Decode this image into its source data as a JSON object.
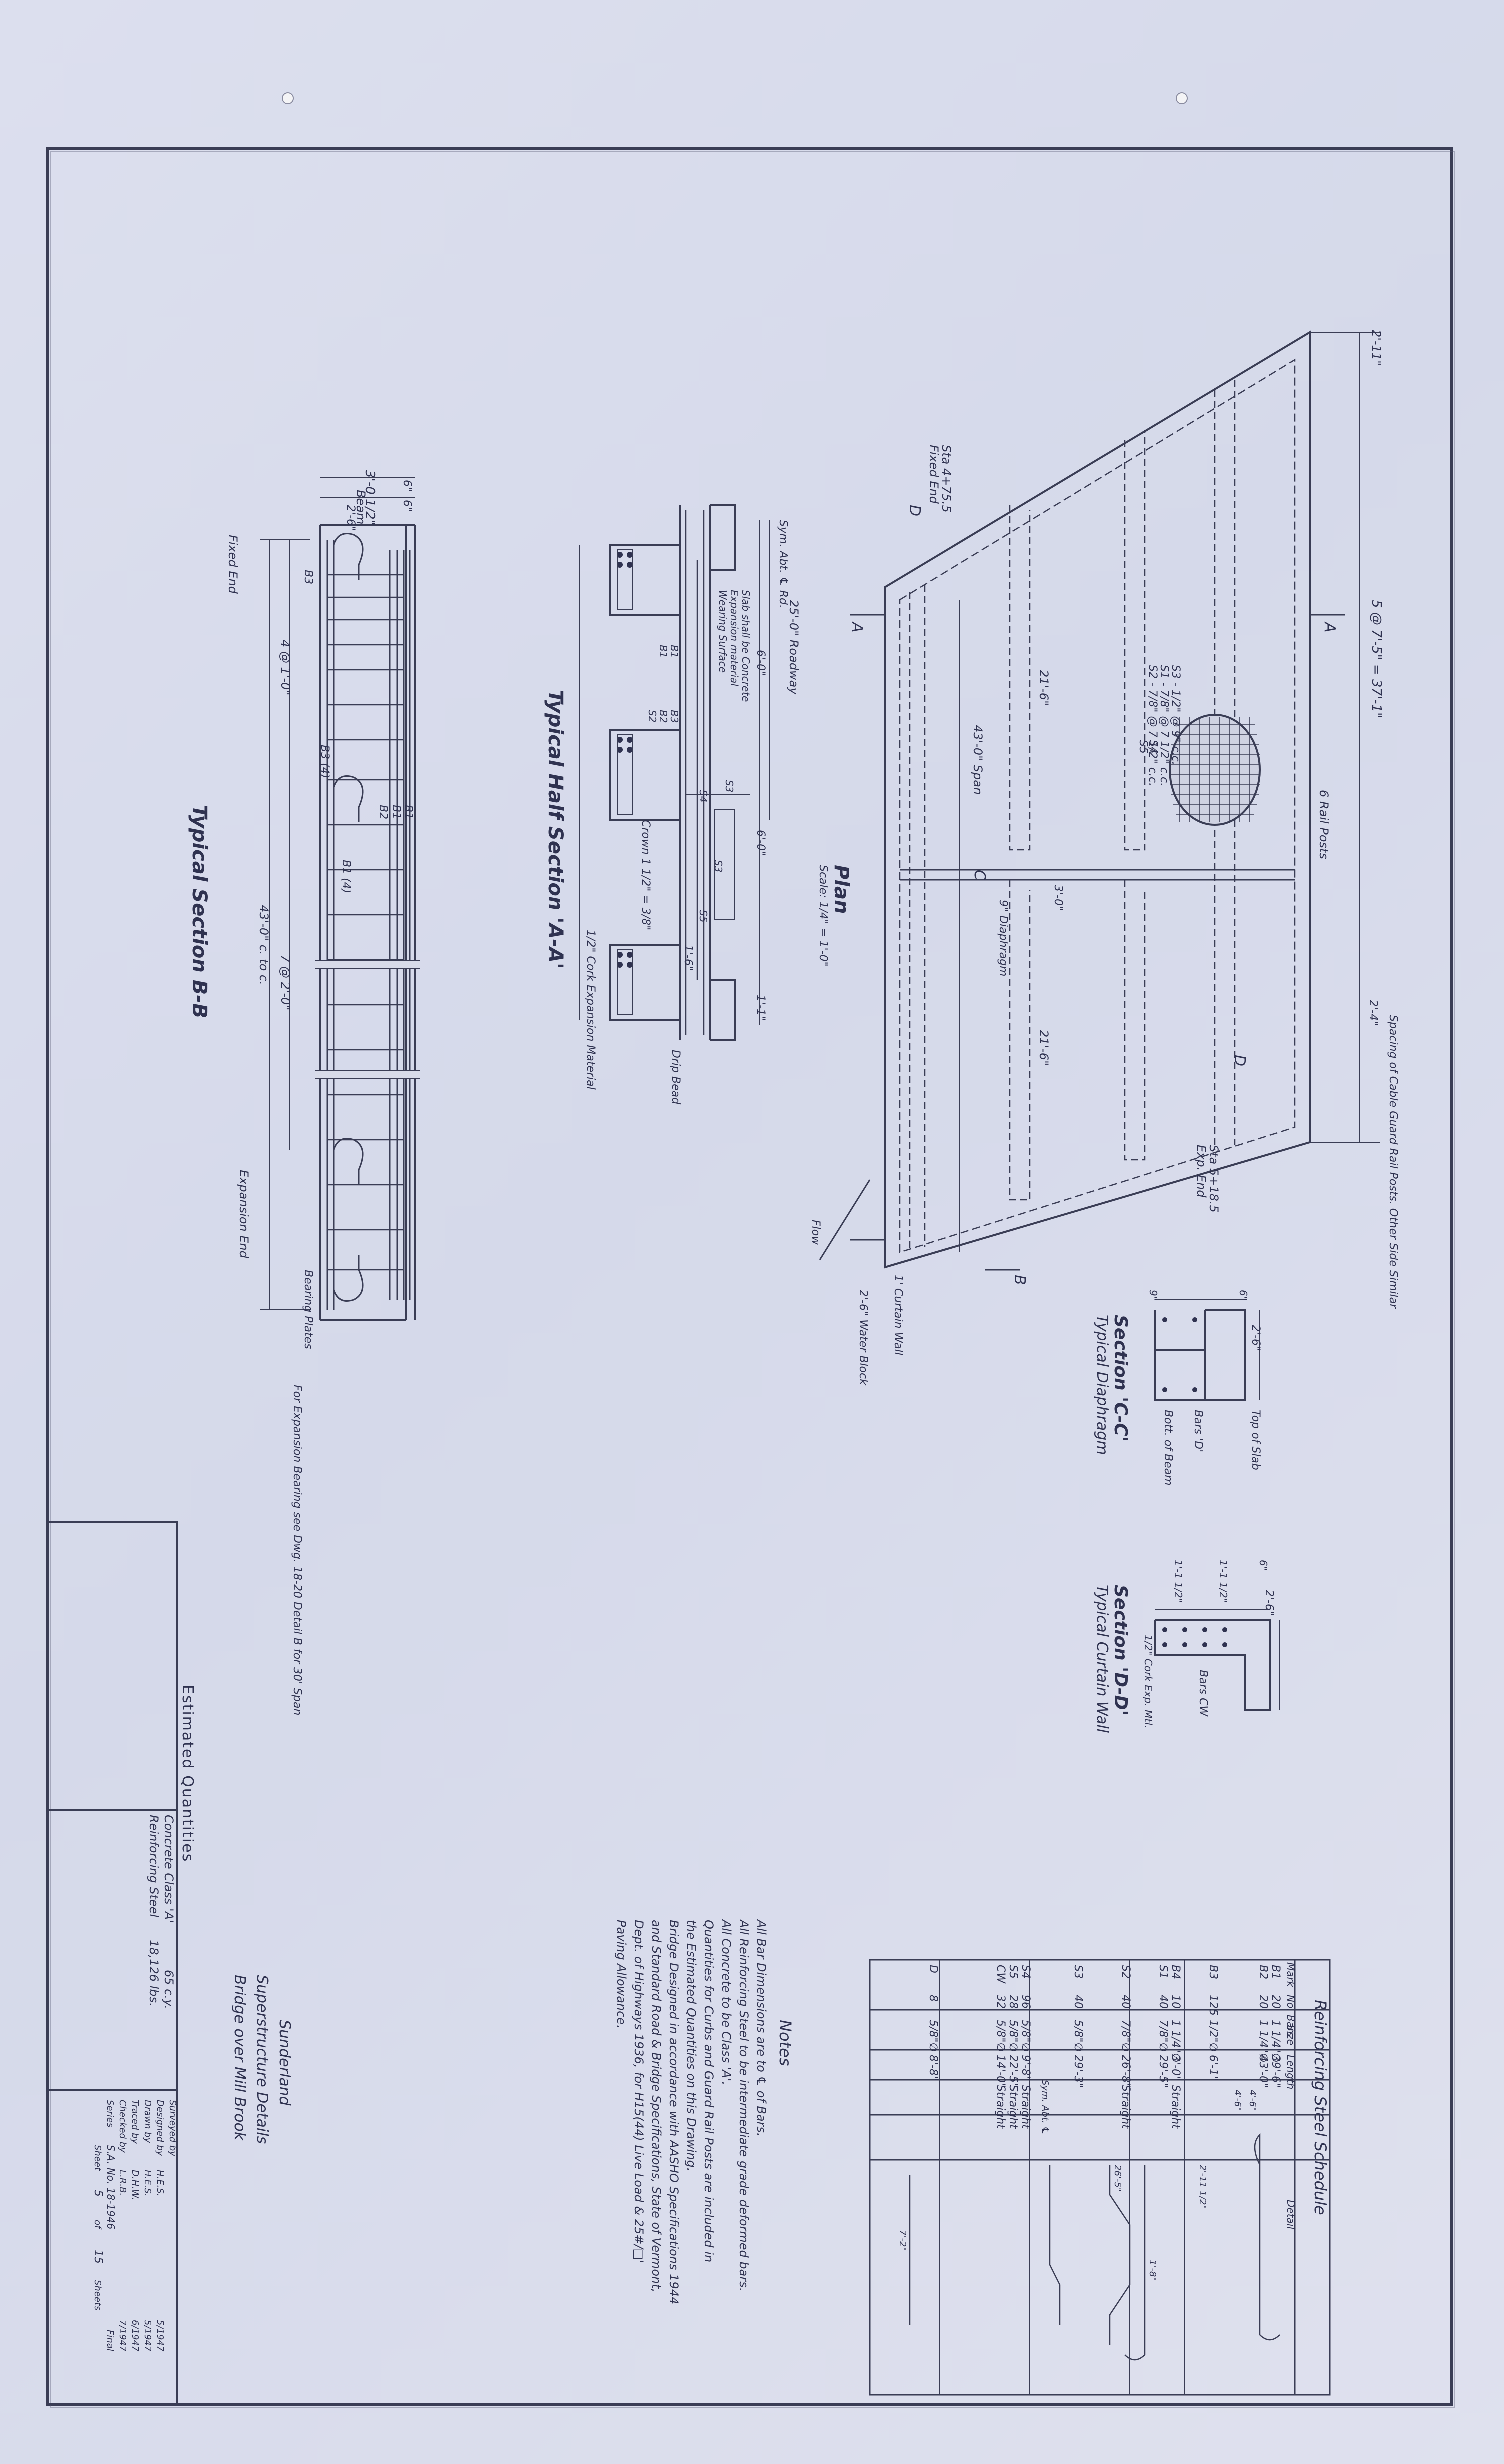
{
  "colors": {
    "paper": "#d8dbe9",
    "ink": "#3a3d55",
    "hole": "#f4f4f6"
  },
  "plan": {
    "title": "Plan",
    "scale": "Scale: 1/4\" = 1'-0\"",
    "sta_fixed": "Sta 4+75.5",
    "fixed_end": "Fixed End",
    "sta_exp": "Sta 5+18.5",
    "exp_end": "Exp. End",
    "span": "43'-0\" Span",
    "curtain_wall": "1' Curtain Wall",
    "water_block": "2'-6\" Water Block",
    "flow": "Flow",
    "diaphragm": "9\" Diaphragm",
    "rail_posts": "6 Rail Posts",
    "spacing_rail_posts": "5 @ 7'-5\" = 37'-1\"",
    "anchor_note": "Spacing of Cable Guard Rail Posts. Other Side Similar",
    "dim_top": "2'-11\"",
    "dim_side": "21'-6\"",
    "dim_mid": "3'-0\"",
    "dim_edge": "2'-4\"",
    "bars": [
      "S3 - 1/2\" @ 9\" c.c.",
      "S1 - 7/8\" @ 7 1/2\" c.c.",
      "S2 - 7/8\" @ 7 1/2\" c.c."
    ],
    "s4": "S4",
    "s5": "S5",
    "cut_a": "A",
    "cut_b": "B",
    "cut_c": "C",
    "cut_d": "D"
  },
  "half_section": {
    "title": "Typical Half Section 'A-A'",
    "roadway": "25'-0\" Roadway",
    "rail": "Sym. Abt. ℄ Rd.",
    "crown": "Crown 1 1/2\" = 3/8\"",
    "joint_note": "1/2\" Cork Expansion Material",
    "drip": "Drip Bead",
    "dims": [
      "6'-0\"",
      "6'-0\"",
      "1'-1\"",
      "1'-6\""
    ],
    "notes": [
      "Slab shall be Concrete",
      "Expansion material",
      "Wearing Surface"
    ],
    "bars": [
      "S3",
      "S3",
      "B3",
      "B2",
      "S2",
      "B1",
      "B1",
      "S4",
      "S5"
    ]
  },
  "section_bb": {
    "title": "Typical Section B-B",
    "beam": "3'-0 1/2\"",
    "beam_label": "Beam",
    "dims_top": [
      "2'-6\"",
      "6\"",
      "6\""
    ],
    "fixed_end": "Fixed End",
    "expansion_end": "Expansion End",
    "spacing": [
      "4 @ 1'-0\"",
      "7 @ 2'-0\"",
      "43'-0\" c. to c."
    ],
    "bars": [
      "B3",
      "B3 (4)",
      "B1 (4)",
      "B2",
      "B1",
      "B1"
    ],
    "anchor": "Bearing Plates",
    "exp_note": "For Expansion Bearing see Dwg. 18-20 Detail B for 30' Span"
  },
  "section_cc": {
    "title": "Section 'C-C'",
    "subtitle": "Typical Diaphragm",
    "dim": "2'-6\"",
    "top_slab": "Top of Slab",
    "bot_beam": "Bott. of Beam",
    "bars": "Bars 'D'",
    "dims_side": [
      "6\"",
      "9\""
    ]
  },
  "section_dd": {
    "title": "Section 'D-D'",
    "subtitle": "Typical Curtain Wall",
    "dim": "2'-6\"",
    "dims": [
      "1'-1 1/2\"",
      "1'-1 1/2\"",
      "6\""
    ],
    "bars": "Bars CW",
    "cork": "1/2\" Cork Exp. Mtl."
  },
  "schedule": {
    "title": "Reinforcing Steel Schedule",
    "headers": [
      "Mark",
      "No. Bars",
      "Size",
      "Length",
      "Detail"
    ],
    "rows": [
      [
        "B1",
        "20",
        "1 1/4\"∅",
        "39'-6\"",
        ""
      ],
      [
        "B2",
        "20",
        "1 1/4\"∅",
        "43'-0\"",
        ""
      ],
      [
        "B3",
        "125",
        "1/2\"∅",
        "6'-1\"",
        ""
      ],
      [
        "B4",
        "10",
        "1 1/4\"∅",
        "3'-0\"",
        "Straight"
      ],
      [
        "S1",
        "40",
        "7/8\"∅",
        "29'-5\"",
        ""
      ],
      [
        "S2",
        "40",
        "7/8\"∅",
        "26'-8\"",
        "Straight"
      ],
      [
        "S3",
        "40",
        "5/8\"∅",
        "29'-3\"",
        ""
      ],
      [
        "S4",
        "96",
        "5/8\"∅",
        "9'-8\"",
        "Straight"
      ],
      [
        "S5",
        "28",
        "5/8\"∅",
        "22'-5\"",
        "Straight"
      ],
      [
        "CW",
        "32",
        "5/8\"∅",
        "14'-0\"",
        "Straight"
      ],
      [
        "D",
        "8",
        "5/8\"∅",
        "8'-8\"",
        ""
      ]
    ],
    "dims": [
      "4'-6\"",
      "4'-6\"",
      "2'-11 1/2\"",
      "1'-8\"",
      "26'-5\"",
      "Sym. Abt. ℄",
      "7'-2\""
    ]
  },
  "notes": {
    "title": "Notes",
    "lines": [
      "All Bar Dimensions are to ℄ of Bars.",
      "All Reinforcing Steel to be intermediate grade deformed bars.",
      "All Concrete to be Class 'A'.",
      "Quantities for Curbs and Guard Rail Posts are included in",
      "the Estimated Quantities on this Drawing.",
      "Bridge Designed in accordance with AASHO Specifications 1944",
      "and Standard Road & Bridge Specifications, State of Vermont,",
      "Dept. of Highways 1936, for H15(44) Live Load & 25#/□'",
      "Paving Allowance."
    ]
  },
  "quantities": {
    "title": "Estimated Quantities",
    "rows": [
      [
        "Concrete Class 'A'",
        "65 c.y."
      ],
      [
        "Reinforcing Steel",
        "18,126 lbs."
      ]
    ]
  },
  "title_block": {
    "town": "Sunderland",
    "title": "Superstructure Details",
    "bridge": "Bridge over Mill Brook",
    "roles": [
      [
        "Surveyed by",
        "",
        ""
      ],
      [
        "Designed by",
        "H.E.S.",
        "5/1947"
      ],
      [
        "Drawn by",
        "H.E.S.",
        "5/1947"
      ],
      [
        "Traced by",
        "D.H.W.",
        "6/1947"
      ],
      [
        "Checked by",
        "L.R.B.",
        "7/1947"
      ]
    ],
    "series_label": "Series",
    "series": "S.A. No. 18-1946",
    "final": "Final",
    "sheet_label": "Sheet",
    "sheet": "5",
    "of": "of",
    "sheets_total": "15",
    "sheets_label": "Sheets"
  }
}
